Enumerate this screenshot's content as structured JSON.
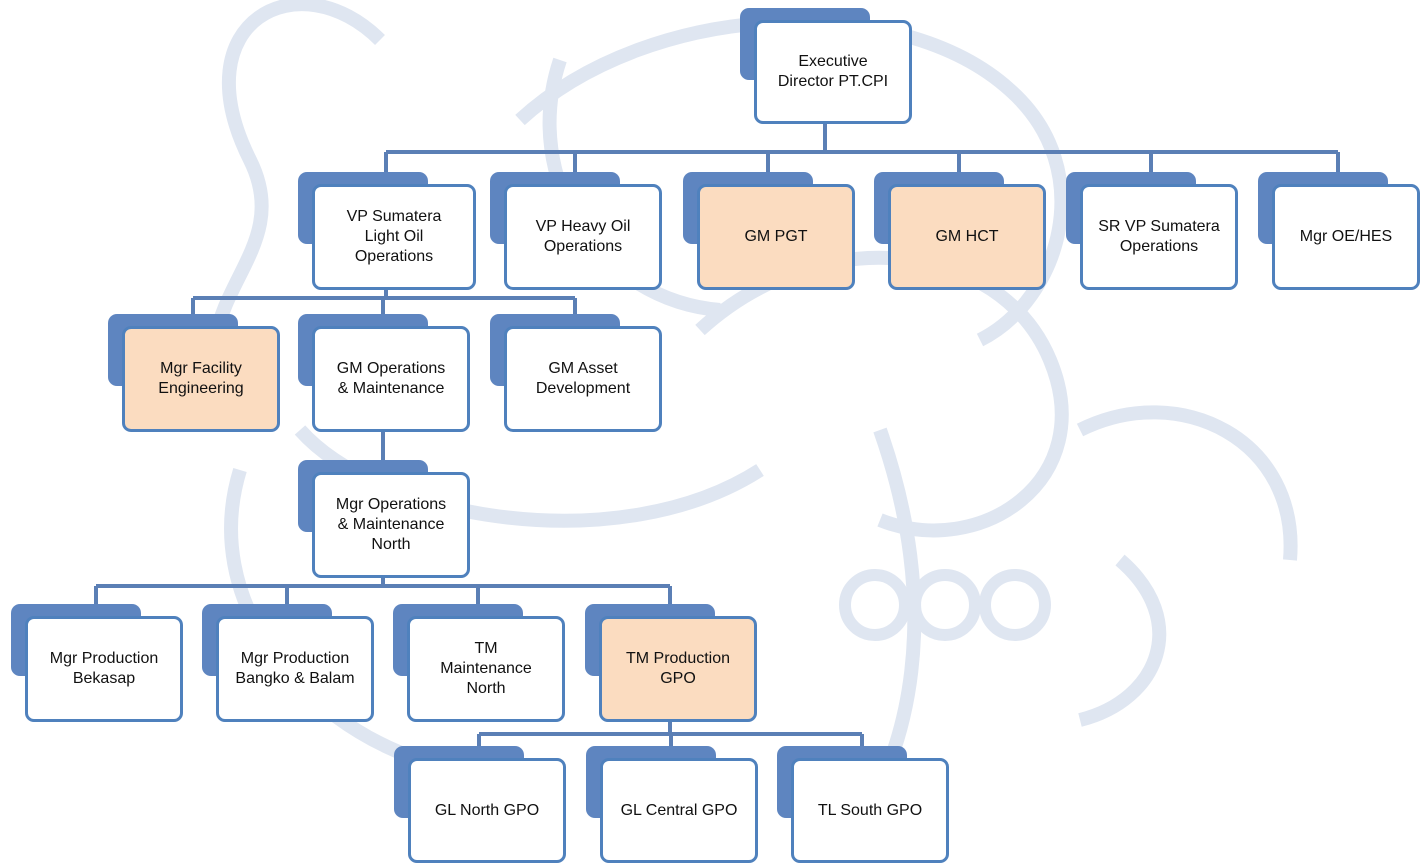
{
  "colors": {
    "connector": "#5b7fb5",
    "box_border": "#4f81bd",
    "shadow": "#5e85c0",
    "fill_default": "#ffffff",
    "fill_highlight": "#fbdcc0",
    "watermark": "#dfe6f1"
  },
  "nodes": [
    {
      "id": "executive-director",
      "label": "Executive\nDirector PT.CPI",
      "highlight": false
    },
    {
      "id": "vp-sumatera-light-oil",
      "label": "VP Sumatera\nLight Oil\nOperations",
      "highlight": false
    },
    {
      "id": "vp-heavy-oil",
      "label": "VP Heavy  Oil\nOperations",
      "highlight": false
    },
    {
      "id": "gm-pgt",
      "label": "GM PGT",
      "highlight": true
    },
    {
      "id": "gm-hct",
      "label": "GM HCT",
      "highlight": true
    },
    {
      "id": "sr-vp-sumatera",
      "label": "SR VP Sumatera\nOperations",
      "highlight": false
    },
    {
      "id": "mgr-oe-hes",
      "label": "Mgr OE/HES",
      "highlight": false
    },
    {
      "id": "mgr-facility-engineering",
      "label": "Mgr Facility\nEngineering",
      "highlight": true
    },
    {
      "id": "gm-operations-maintenance",
      "label": "GM Operations\n& Maintenance",
      "highlight": false
    },
    {
      "id": "gm-asset-development",
      "label": "GM Asset\nDevelopment",
      "highlight": false
    },
    {
      "id": "mgr-operations-maintenance-north",
      "label": "Mgr Operations\n& Maintenance\nNorth",
      "highlight": false
    },
    {
      "id": "mgr-production-bekasap",
      "label": "Mgr Production\nBekasap",
      "highlight": false
    },
    {
      "id": "mgr-production-bangko-balam",
      "label": "Mgr Production\nBangko & Balam",
      "highlight": false
    },
    {
      "id": "tm-maintenance-north",
      "label": "TM\nMaintenance\nNorth",
      "highlight": false
    },
    {
      "id": "tm-production-gpo",
      "label": "TM Production\nGPO",
      "highlight": true
    },
    {
      "id": "gl-north-gpo",
      "label": "GL North GPO",
      "highlight": false
    },
    {
      "id": "gl-central-gpo",
      "label": "GL Central GPO",
      "highlight": false
    },
    {
      "id": "tl-south-gpo",
      "label": "TL South GPO",
      "highlight": false
    }
  ],
  "edges": [
    {
      "from": "executive-director",
      "to": [
        "vp-sumatera-light-oil",
        "vp-heavy-oil",
        "gm-pgt",
        "gm-hct",
        "sr-vp-sumatera",
        "mgr-oe-hes"
      ]
    },
    {
      "from": "vp-sumatera-light-oil",
      "to": [
        "mgr-facility-engineering",
        "gm-operations-maintenance",
        "gm-asset-development"
      ]
    },
    {
      "from": "gm-operations-maintenance",
      "to": [
        "mgr-operations-maintenance-north"
      ]
    },
    {
      "from": "mgr-operations-maintenance-north",
      "to": [
        "mgr-production-bekasap",
        "mgr-production-bangko-balam",
        "tm-maintenance-north",
        "tm-production-gpo"
      ]
    },
    {
      "from": "tm-production-gpo",
      "to": [
        "gl-north-gpo",
        "gl-central-gpo",
        "tl-south-gpo"
      ]
    }
  ]
}
